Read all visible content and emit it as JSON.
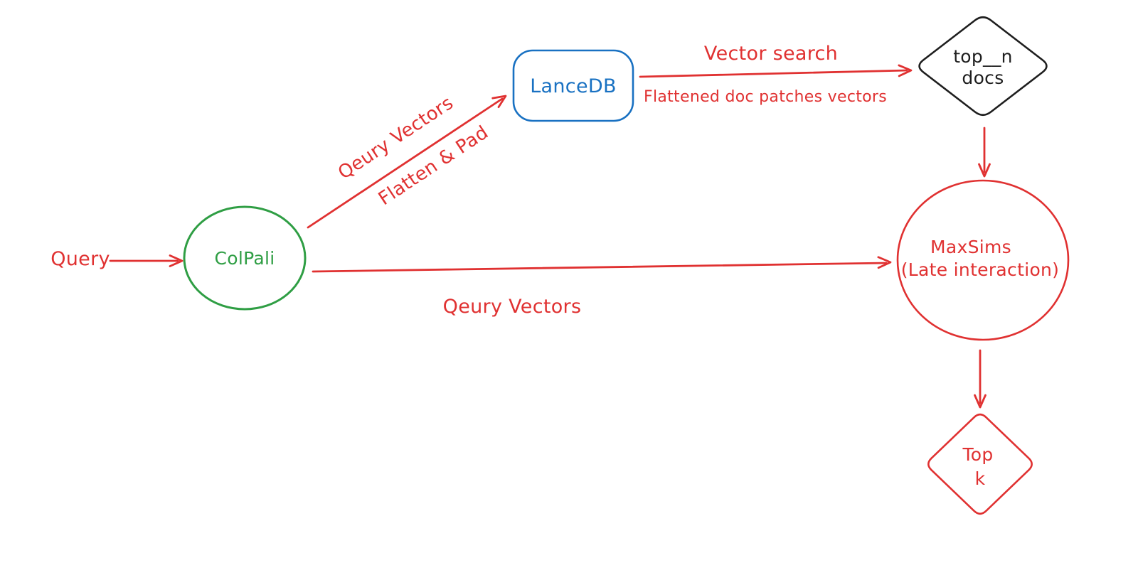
{
  "canvas": {
    "background": "#ffffff"
  },
  "colors": {
    "red": "#e03131",
    "green": "#2f9e44",
    "blue": "#1971c2",
    "black": "#1e1e1e"
  },
  "nodes": {
    "query": {
      "label": "Query"
    },
    "colpali": {
      "label": "ColPali",
      "shape": "circle"
    },
    "lancedb": {
      "label": "LanceDB",
      "shape": "rounded-rectangle"
    },
    "top_n_docs": {
      "line1": "top__n",
      "line2": "docs",
      "shape": "diamond"
    },
    "maxsims": {
      "line1": "MaxSims",
      "line2": "(Late interaction)",
      "shape": "circle"
    },
    "top_k": {
      "line1": "Top",
      "line2": "k",
      "shape": "diamond"
    }
  },
  "edges": {
    "colpali_to_lancedb": {
      "label_above": "Qeury Vectors",
      "label_below": "Flatten & Pad"
    },
    "lancedb_to_top_n_docs": {
      "label_above": "Vector search",
      "label_below": "Flattened doc patches vectors"
    },
    "colpali_to_maxsims": {
      "label": "Qeury Vectors"
    }
  }
}
